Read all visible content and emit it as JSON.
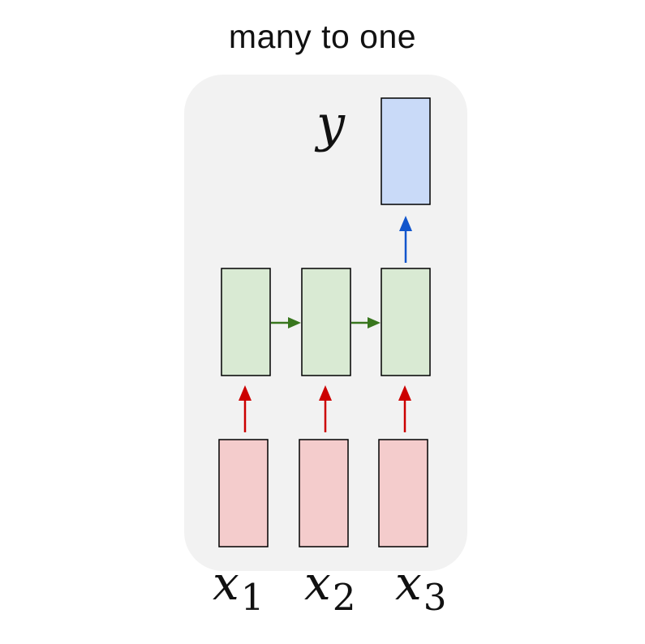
{
  "title": "many to one",
  "output": {
    "label": "y",
    "color": "#c9daf8"
  },
  "hidden": {
    "count": 3,
    "color": "#d9ead3"
  },
  "inputs": [
    {
      "label": "x",
      "subscript": "1"
    },
    {
      "label": "x",
      "subscript": "2"
    },
    {
      "label": "x",
      "subscript": "3"
    }
  ],
  "colors": {
    "input_fill": "#f4cccc",
    "input_arrow": "#cc0000",
    "recurrent_arrow": "#38761d",
    "output_arrow": "#1155cc",
    "panel": "#f2f2f2"
  }
}
